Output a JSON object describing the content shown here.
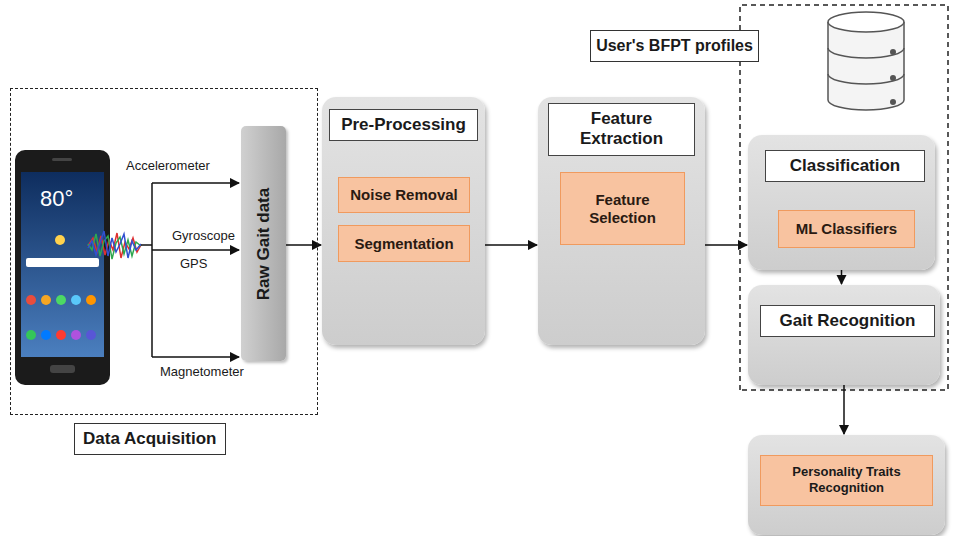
{
  "diagram": {
    "nodes": [
      {
        "text": [
          "Data Acquisition"
        ]
      },
      {
        "text": [
          "Raw Gait data"
        ],
        "in": 0
      },
      {
        "text": [
          "Pre-Processing"
        ]
      },
      {
        "text": [
          "Noise Removal"
        ],
        "in": 2
      },
      {
        "text": [
          "Segmentation"
        ],
        "in": 2
      },
      {
        "text": [
          "Feature Extraction"
        ]
      },
      {
        "text": [
          "Feature Selection"
        ],
        "in": 5
      },
      {
        "text": [
          "User's BFPT profiles"
        ]
      },
      {
        "text": [
          "Classification"
        ]
      },
      {
        "text": [
          "ML Classifiers"
        ],
        "in": 8
      },
      {
        "text": [
          "Gait Recognition"
        ]
      },
      {
        "text": [
          "Personality Traits Recognition"
        ]
      }
    ],
    "edges": [
      {
        "from": 1,
        "to": 2,
        "arrow": "to"
      },
      {
        "from": 2,
        "to": 5,
        "arrow": "to"
      },
      {
        "from": 5,
        "to": 8,
        "arrow": "to"
      },
      {
        "from": 8,
        "to": 10,
        "arrow": "to"
      },
      {
        "from": 10,
        "to": 11,
        "arrow": "to"
      }
    ],
    "labels": [
      "Accelerometer",
      "Gyroscope",
      "GPS",
      "Magnetometer",
      "80°"
    ]
  }
}
